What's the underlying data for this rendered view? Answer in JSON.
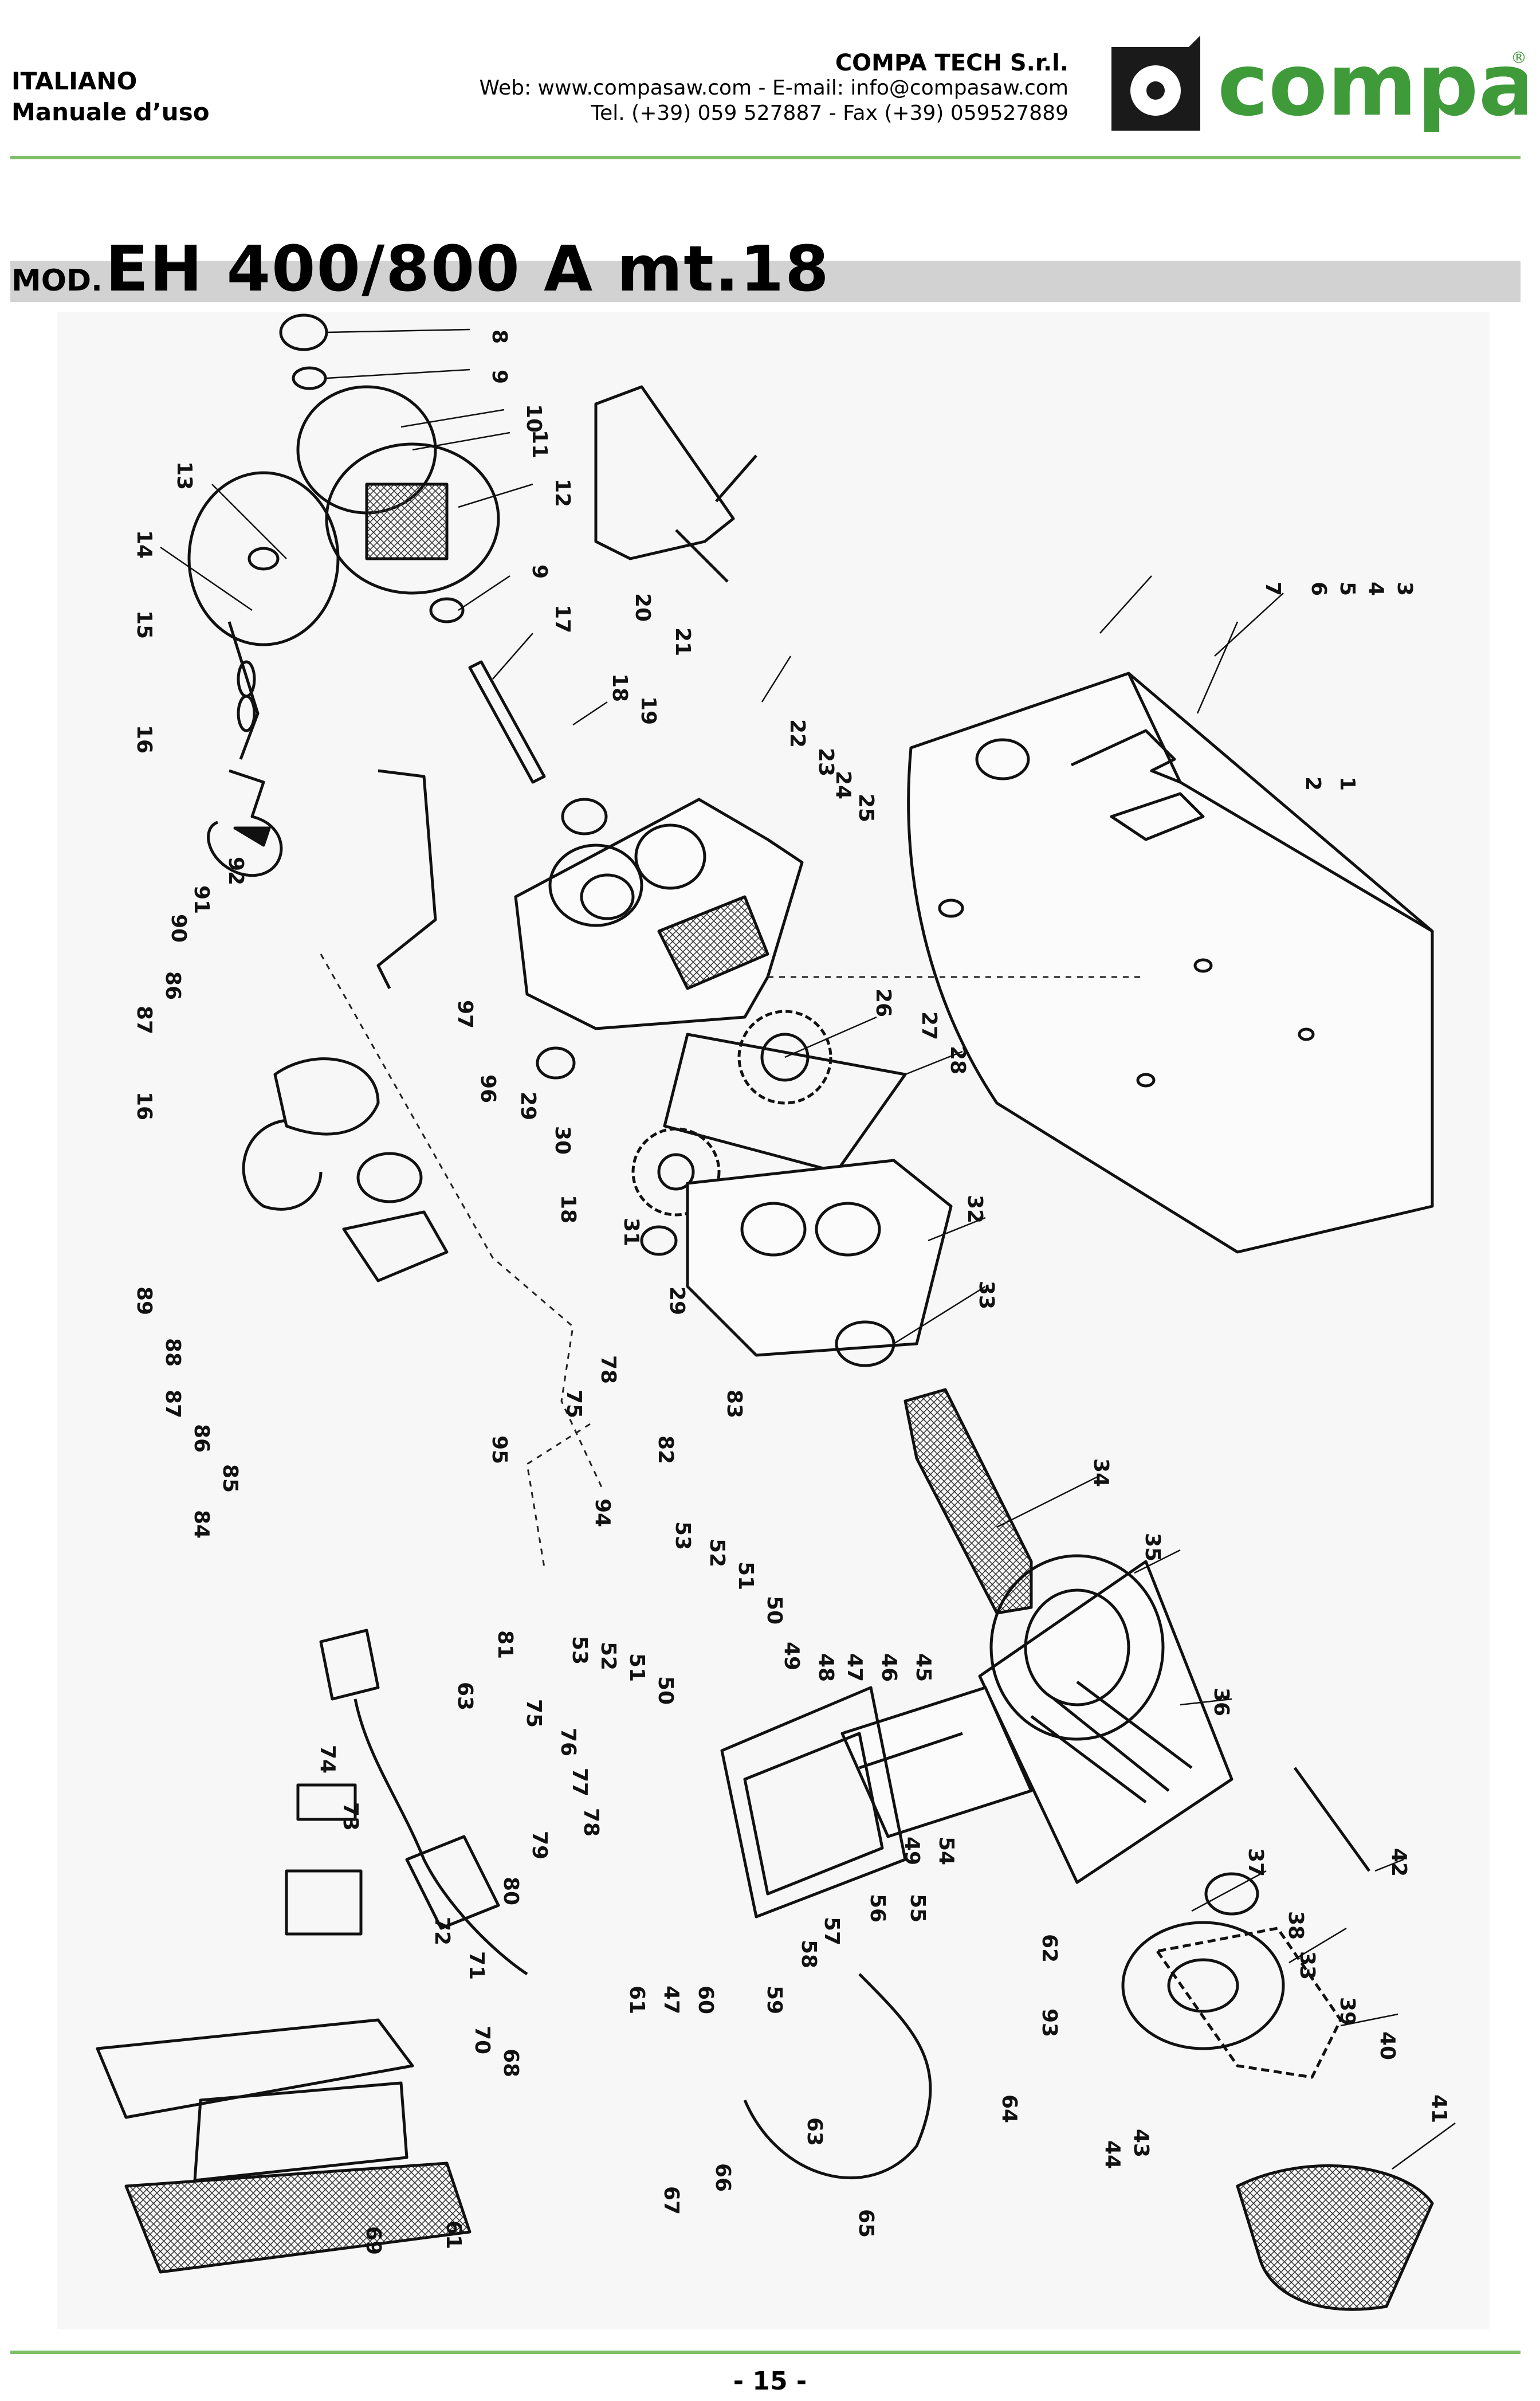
{
  "header": {
    "language": "ITALIANO",
    "doc_type": "Manuale d’uso",
    "company": "COMPA TECH S.r.l.",
    "contact_web": "Web: www.compasaw.com - E-mail: info@compasaw.com",
    "contact_phone": "Tel. (+39) 059 527887 - Fax (+39) 059527889",
    "logo_text": "compa",
    "logo_mark": "®"
  },
  "title": {
    "prefix": "MOD.",
    "model": "EH 400/800 A mt.18"
  },
  "diagram": {
    "callouts": [
      "1",
      "2",
      "3",
      "4",
      "5",
      "6",
      "7",
      "8",
      "9",
      "10",
      "11",
      "12",
      "13",
      "14",
      "15",
      "16",
      "17",
      "18",
      "19",
      "20",
      "21",
      "22",
      "23",
      "24",
      "25",
      "26",
      "27",
      "28",
      "29",
      "30",
      "31",
      "32",
      "33",
      "34",
      "35",
      "36",
      "37",
      "38",
      "39",
      "40",
      "41",
      "42",
      "43",
      "44",
      "45",
      "46",
      "47",
      "48",
      "49",
      "50",
      "51",
      "52",
      "53",
      "54",
      "55",
      "56",
      "57",
      "58",
      "59",
      "60",
      "61",
      "62",
      "63",
      "64",
      "65",
      "66",
      "67",
      "68",
      "69",
      "70",
      "71",
      "72",
      "73",
      "74",
      "75",
      "76",
      "77",
      "78",
      "79",
      "80",
      "81",
      "82",
      "83",
      "84",
      "85",
      "86",
      "87",
      "88",
      "89",
      "90",
      "91",
      "92",
      "93",
      "94",
      "95",
      "96",
      "97"
    ]
  },
  "footer": {
    "page": "- 15 -"
  }
}
